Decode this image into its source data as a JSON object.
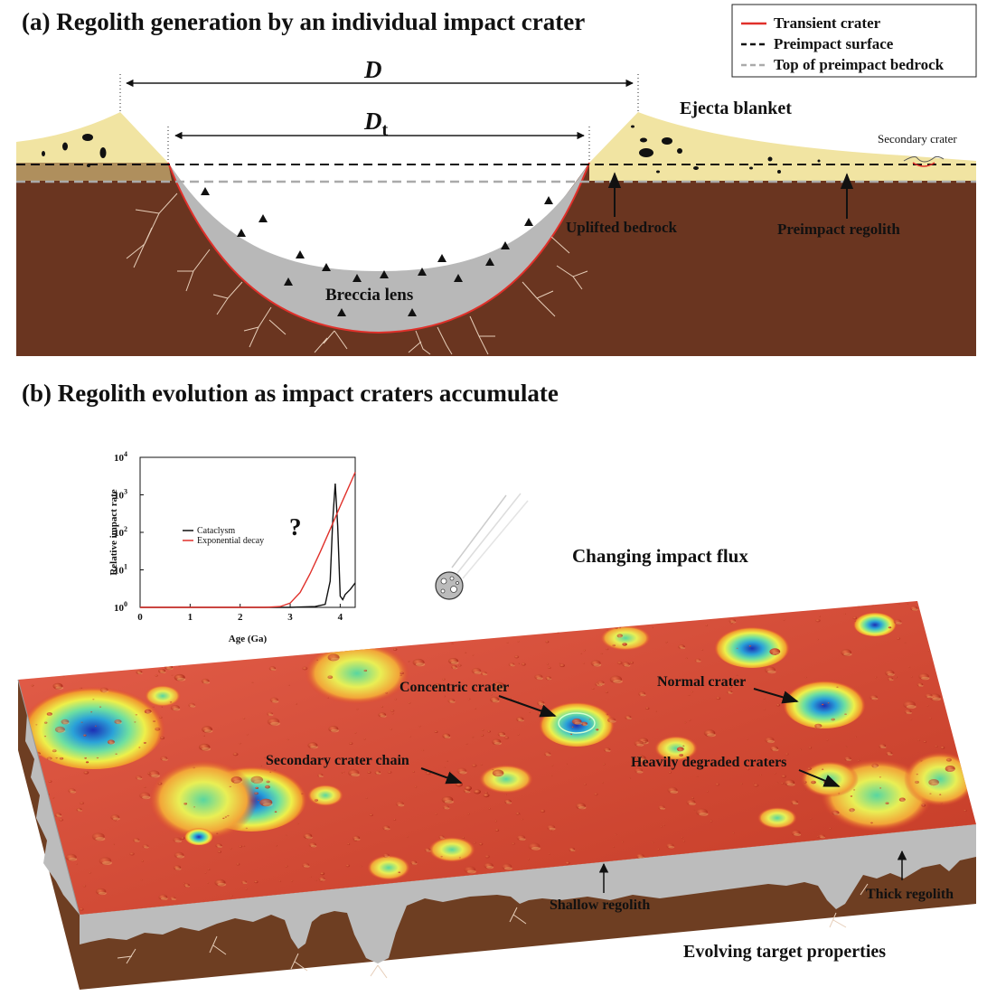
{
  "panel_a": {
    "title": "(a) Regolith generation by an individual impact crater",
    "legend": [
      {
        "label": "Transient crater",
        "color": "#e0302a",
        "dash": "solid"
      },
      {
        "label": "Preimpact surface",
        "color": "#111111",
        "dash": "dashed"
      },
      {
        "label": "Top of preimpact bedrock",
        "color": "#aaaaaa",
        "dash": "dashed"
      }
    ],
    "dim_D": "D",
    "dim_Dt_main": "D",
    "dim_Dt_sub": "t",
    "labels": {
      "ejecta_blanket": "Ejecta blanket",
      "secondary_crater": "Secondary crater",
      "uplifted_bedrock": "Uplifted bedrock",
      "preimpact_regolith": "Preimpact regolith",
      "breccia_lens": "Breccia lens"
    },
    "colors": {
      "bedrock": "#6a3520",
      "ejecta": "#f1e4a2",
      "breccia": "#b8b8b8",
      "transient": "#e0302a"
    }
  },
  "panel_b": {
    "title": "(b) Regolith evolution as impact craters accumulate",
    "labels": {
      "changing_flux": "Changing impact flux",
      "concentric": "Concentric crater",
      "normal": "Normal crater",
      "secondary_chain": "Secondary crater chain",
      "degraded": "Heavily degraded craters",
      "shallow": "Shallow regolith",
      "thick": "Thick regolith",
      "evolving": "Evolving target properties"
    },
    "colors": {
      "surface": "#e0442c",
      "regolith": "#bcbcbc",
      "bedrock": "#6e3e22"
    }
  },
  "chart_data": {
    "type": "line",
    "xlabel": "Age (Ga)",
    "ylabel": "Relative impact rate",
    "xlim": [
      0,
      4.3
    ],
    "ylim": [
      1,
      10000
    ],
    "yscale": "log",
    "x_ticks": [
      "0",
      "1",
      "2",
      "3",
      "4"
    ],
    "y_ticks": [
      {
        "base": "10",
        "exp": "0"
      },
      {
        "base": "10",
        "exp": "1"
      },
      {
        "base": "10",
        "exp": "2"
      },
      {
        "base": "10",
        "exp": "3"
      },
      {
        "base": "10",
        "exp": "4"
      }
    ],
    "annotation": "?",
    "legend": "top-left",
    "series": [
      {
        "name": "Cataclysm",
        "color": "#111111",
        "x": [
          0,
          2.0,
          3.0,
          3.5,
          3.7,
          3.8,
          3.85,
          3.9,
          3.95,
          4.0,
          4.05,
          4.1,
          4.2,
          4.3
        ],
        "y": [
          1,
          1,
          1,
          1.05,
          1.2,
          5,
          200,
          2000,
          150,
          2,
          1.6,
          2.2,
          3,
          4.5
        ]
      },
      {
        "name": "Exponential decay",
        "color": "#e0302a",
        "x": [
          0,
          2.5,
          2.8,
          3.0,
          3.2,
          3.4,
          3.6,
          3.8,
          4.0,
          4.2,
          4.3
        ],
        "y": [
          1,
          1,
          1.05,
          1.3,
          2.5,
          8,
          30,
          120,
          500,
          2000,
          4000
        ]
      }
    ]
  }
}
